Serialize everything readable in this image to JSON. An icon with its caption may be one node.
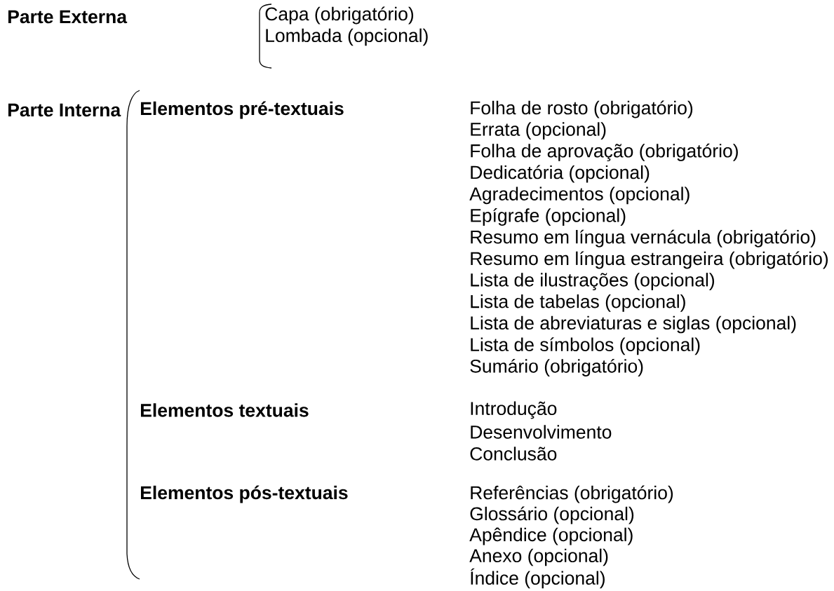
{
  "diagram": {
    "labels": [
      "Parte Externa",
      "Capa (obrigatório)",
      "Lombada (opcional)",
      "Parte Interna",
      "Elementos pré-textuais",
      "Folha de rosto (obrigatório)",
      "Errata (opcional)",
      "Folha de aprovação (obrigatório)",
      "Dedicatória (opcional)",
      "Agradecimentos (opcional)",
      "Epígrafe (opcional)",
      "Resumo em língua vernácula (obrigatório)",
      "Resumo em língua estrangeira (obrigatório)",
      "Lista de ilustrações (opcional)",
      "Lista de tabelas (opcional)",
      "Lista de abreviaturas e siglas (opcional)",
      "Lista de símbolos (opcional)",
      "Sumário (obrigatório)",
      "Elementos textuais",
      "Introdução",
      "Desenvolvimento",
      "Conclusão",
      "Elementos pós-textuais",
      "Referências (obrigatório)",
      "Glossário (opcional)",
      "Apêndice (opcional)",
      "Anexo (opcional)",
      "Índice (opcional)"
    ]
  }
}
